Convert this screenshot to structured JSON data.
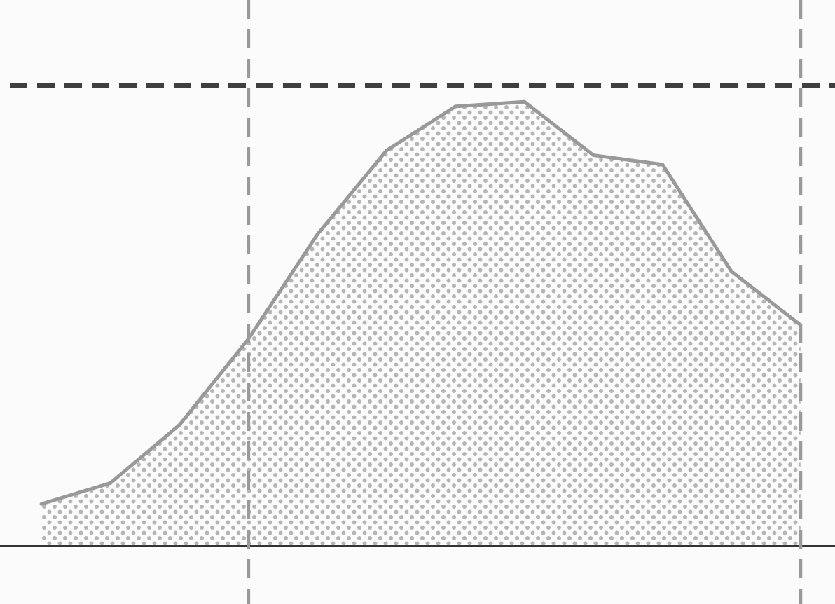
{
  "chart_data": {
    "type": "area",
    "title": "",
    "xlabel": "",
    "ylabel": "",
    "x": [
      -1,
      0,
      1,
      2,
      3,
      4,
      5,
      6,
      7,
      8,
      9,
      10
    ],
    "series": [
      {
        "values": [
          0.9,
          1.35,
          2.6,
          4.45,
          6.7,
          8.5,
          9.45,
          9.55,
          8.4,
          8.2,
          5.9,
          4.75
        ]
      }
    ],
    "xlim": [
      -1.6,
      10.5
    ],
    "ylim": [
      0,
      9.9
    ],
    "reference_lines": {
      "horizontal": [
        9.9
      ],
      "vertical": [
        2,
        10
      ]
    },
    "grid": false,
    "legend": "none",
    "colors": {
      "background": "#fbfbfb",
      "line": "#999999",
      "fill_dots": "#b5b5b5",
      "reference_horizontal": "#3f3f3f",
      "reference_vertical": "#9a9a9a",
      "baseline": "#333333"
    }
  }
}
